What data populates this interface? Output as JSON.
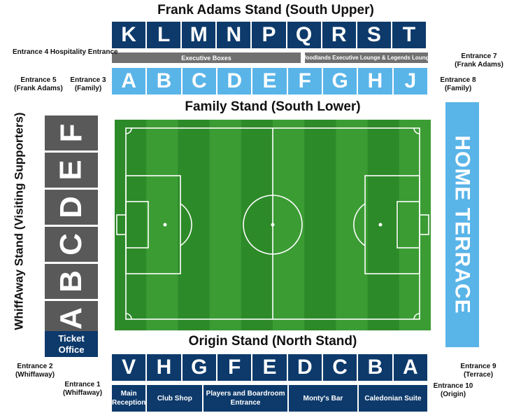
{
  "south_upper": {
    "title": "Frank Adams Stand (South Upper)",
    "blocks": [
      "K",
      "L",
      "M",
      "N",
      "P",
      "Q",
      "R",
      "S",
      "T"
    ],
    "exec_boxes_label": "Executive Boxes",
    "lounge_label": "Woodlands Executive Lounge & Legends Lounge"
  },
  "south_lower": {
    "title": "Family Stand (South Lower)",
    "blocks": [
      "A",
      "B",
      "C",
      "D",
      "E",
      "F",
      "G",
      "H",
      "J"
    ]
  },
  "west_stand": {
    "title": "WhiffAway Stand (Visiting Supporters)",
    "blocks_top_to_bottom": [
      "F",
      "E",
      "D",
      "C",
      "B",
      "A"
    ]
  },
  "home_terrace": {
    "label": "HOME TERRACE"
  },
  "ticket_office": {
    "line1": "Ticket",
    "line2": "Office"
  },
  "north_stand": {
    "title": "Origin Stand (North Stand)",
    "blocks": [
      "V",
      "H",
      "G",
      "F",
      "E",
      "D",
      "C",
      "B",
      "A"
    ],
    "facilities": [
      "Main Reception",
      "Club Shop",
      "Players and Boardroom Entrance",
      "Monty's Bar",
      "Caledonian Suite"
    ]
  },
  "entrances": {
    "e4": "Entrance 4 Hospitality Entrance",
    "e5_line1": "Entrance 5",
    "e5_line2": "(Frank Adams)",
    "e3_line1": "Entrance 3",
    "e3_line2": "(Family)",
    "e7_line1": "Entrance 7",
    "e7_line2": "(Frank Adams)",
    "e8_line1": "Entrance 8",
    "e8_line2": "(Family)",
    "e2_line1": "Entrance  2",
    "e2_line2": "(Whiffaway)",
    "e1_line1": "Entrance 1",
    "e1_line2": "(Whiffaway)",
    "e9_line1": "Entrance 9",
    "e9_line2": "(Terrace)",
    "e10_line1": "Entrance 10",
    "e10_line2": "(Origin)"
  },
  "colors": {
    "navy": "#0d3a6b",
    "light_blue": "#59b4e8",
    "grey": "#595959",
    "pitch_green_dark": "#2d8a29",
    "pitch_green_light": "#3b9c34"
  }
}
